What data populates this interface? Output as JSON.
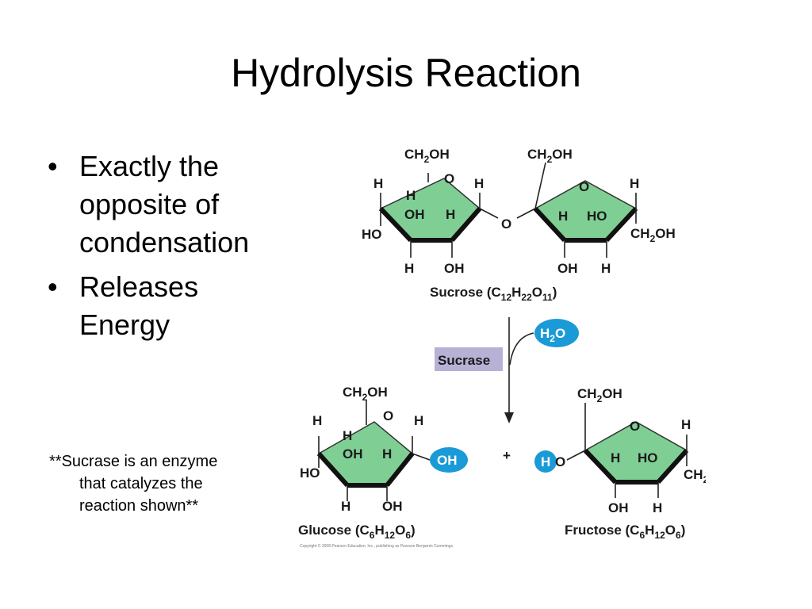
{
  "slide": {
    "title": "Hydrolysis Reaction",
    "bullets": [
      {
        "line1": "Exactly the",
        "line2": "opposite of",
        "line3": "condensation"
      },
      {
        "line1": "Releases",
        "line2": "Energy"
      }
    ],
    "note_line1": "**Sucrase is an enzyme",
    "note_line2": "that catalyzes the",
    "note_line3": "reaction shown**"
  },
  "diagram": {
    "sucrose_name": "Sucrose",
    "enzyme": "Sucrase",
    "water": "H2O",
    "glucose_name": "Glucose",
    "fructose_name": "Fructose",
    "plus": "+",
    "credit": "Copyright © 2008 Pearson Education, Inc., publishing as Pearson Benjamin Cummings.",
    "colors": {
      "ring": "#7fcf95",
      "highlight": "#1a9ad6",
      "enzyme_box": "#b7b1d6"
    }
  }
}
